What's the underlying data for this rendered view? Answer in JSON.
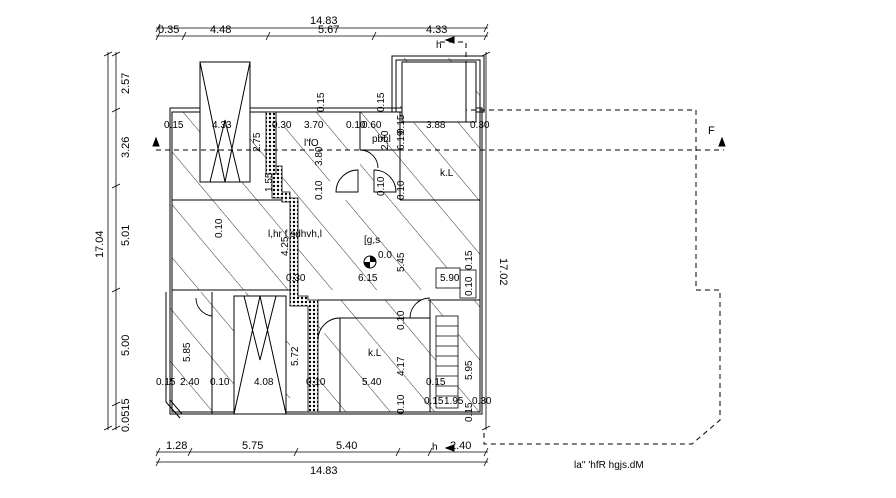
{
  "dimensions": {
    "top_total": "14.83",
    "top_row": [
      "0.35",
      "4.48",
      "5.67",
      "4.33"
    ],
    "bottom_row": [
      "1.28",
      "5.75",
      "5.40",
      "2.40"
    ],
    "bottom_total": "14.83",
    "left_outer": "17.04",
    "left_row": [
      "2.57",
      "3.26",
      "5.01",
      "5.00",
      "0.0515"
    ],
    "right_outer": "17.02"
  },
  "inner_dims": {
    "d1": "0.15",
    "d2": "4.33",
    "d3": "0.30",
    "d4": "2.75",
    "d5": "3.70",
    "d6": "0.15",
    "d7": "0.10",
    "d8": "0.60",
    "d9": "2.30",
    "d10": "3.88",
    "d11": "0.30",
    "d12": "0.15",
    "d13": "0.15",
    "d14": "6.19",
    "d15": "3.80",
    "d16": "1.55",
    "d17": "4.25",
    "d18": "0.10",
    "d19": "0.10",
    "d20": "0.10",
    "d21": "0.30",
    "d22": "6.15",
    "d23": "5.45",
    "d24": "0.10",
    "d25": "5.90",
    "d26": "5.85",
    "d27": "5.72",
    "d28": "4.17",
    "d29": "5.95",
    "d30": "0.15",
    "d31": "2.40",
    "d32": "0.10",
    "d33": "4.08",
    "d34": "0.10",
    "d35": "5.40",
    "d36": "0.15",
    "d37": "0.15",
    "d38": "1.95",
    "d39": "0.30",
    "d40": "0.10",
    "d41": "0.10",
    "d42": "0.15",
    "d43": "0.15",
    "d44": "0.10"
  },
  "labels": {
    "room1": "l'fO",
    "room2": "pbLl",
    "room3": "k.L",
    "room4": "l,hr f sdhvh,l",
    "room5": "[g,s",
    "level": "0.0",
    "room6": "k.L",
    "section_top": "h",
    "section_bottom": "h",
    "section_f": "F",
    "title": "la'' 'hfR hgjs.dM"
  },
  "colors": {
    "line": "#000000",
    "dash": "#000000",
    "paper": "#ffffff"
  }
}
